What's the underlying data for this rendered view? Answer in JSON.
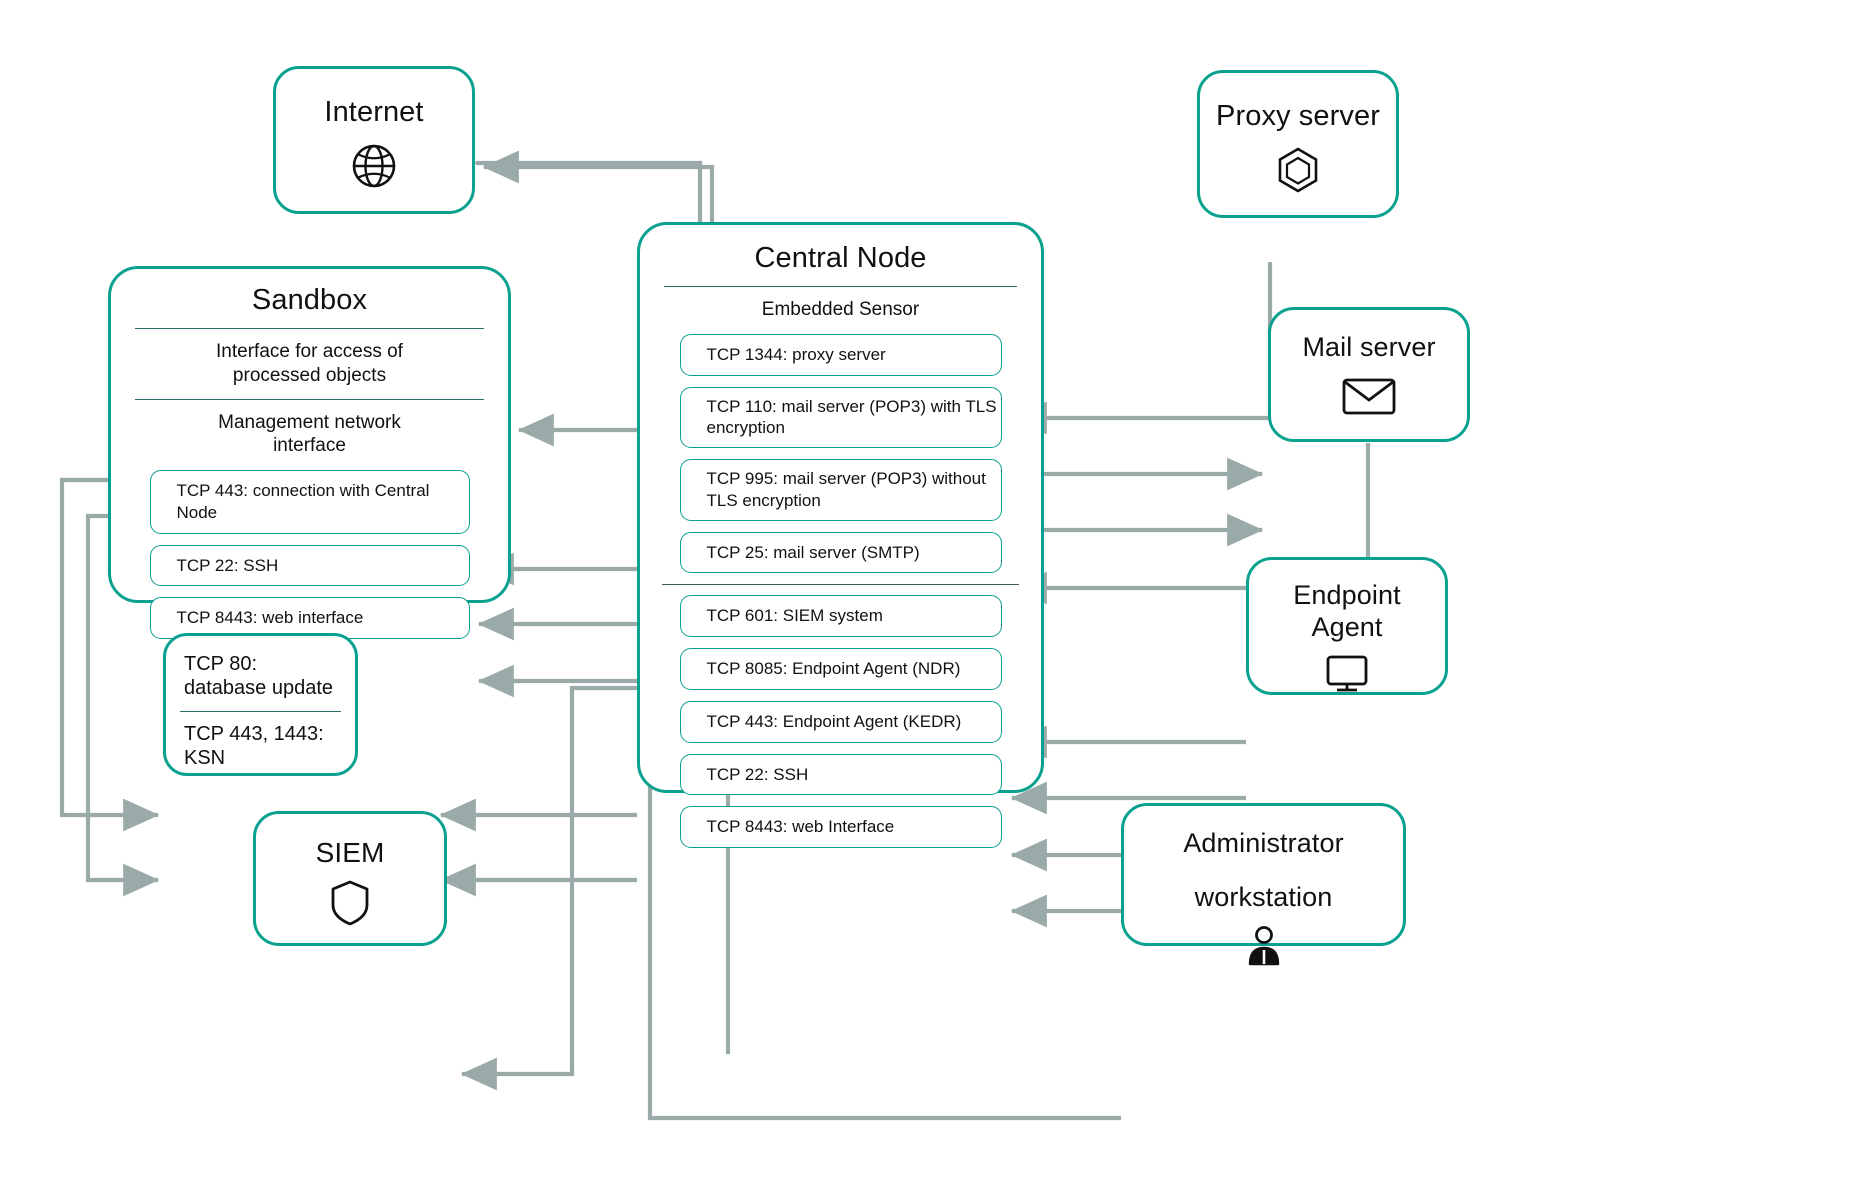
{
  "diagram": {
    "title": "Network ports and connections diagram",
    "accent_color": "#0aa18f",
    "wire_color": "#9aaaa8",
    "text_color": "#111111",
    "divider_color": "#2c6f69"
  },
  "nodes": {
    "internet": {
      "title": "Internet",
      "icon": "globe-icon"
    },
    "proxy_server": {
      "title": "Proxy server",
      "icon": "hexagon-nodes-icon"
    },
    "mail_server": {
      "title": "Mail server",
      "icon": "envelope-icon"
    },
    "endpoint_agent": {
      "title_line1": "Endpoint",
      "title_line2": "Agent",
      "icon": "monitor-icon"
    },
    "siem": {
      "title": "SIEM",
      "icon": "shield-icon"
    },
    "administrator_workstation": {
      "title_line1": "Administrator",
      "title_line2": "workstation",
      "icon": "user-icon"
    },
    "sandbox": {
      "title": "Sandbox",
      "section_1_label_line1": "Interface for access of",
      "section_1_label_line2": "processed objects",
      "section_2_label_line1": "Management network",
      "section_2_label_line2": "interface",
      "ports": [
        {
          "label": "TCP 443: connection with Central Node"
        },
        {
          "label": "TCP 22: SSH"
        },
        {
          "label": "TCP 8443: web interface"
        }
      ]
    },
    "central_node": {
      "title": "Central Node",
      "section_label": "Embedded Sensor",
      "sensor_ports": [
        {
          "label": "TCP 1344: proxy server",
          "lines": 1
        },
        {
          "label": "TCP 110: mail server (POP3) with TLS encryption",
          "lines": 2
        },
        {
          "label": "TCP 995: mail server (POP3) without TLS encryption",
          "lines": 2
        },
        {
          "label": "TCP 25: mail server (SMTP)",
          "lines": 1
        }
      ],
      "node_ports": [
        {
          "label": "TCP 601: SIEM system"
        },
        {
          "label": "TCP 8085: Endpoint Agent (NDR)"
        },
        {
          "label": "TCP 443: Endpoint Agent (KEDR)"
        },
        {
          "label": "TCP 22: SSH"
        },
        {
          "label": "TCP 8443: web Interface"
        }
      ]
    },
    "database_update": {
      "line_1": "TCP 80: database update",
      "line_2": "TCP 443, 1443: KSN"
    }
  }
}
